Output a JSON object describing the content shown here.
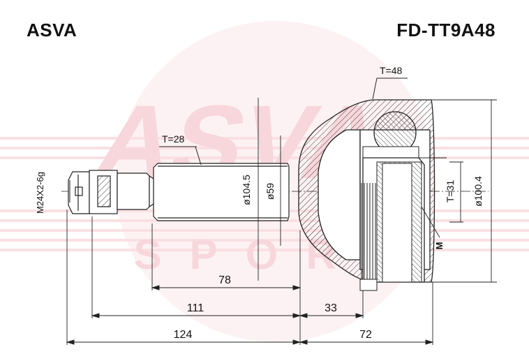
{
  "header": {
    "brand": "ASVA",
    "part_number": "FD-TT9A48"
  },
  "watermark": {
    "text_top": "ASVA",
    "text_bottom": "SPORT",
    "color": "#f4c9cf"
  },
  "drawing": {
    "line_color": "#222222",
    "thread_label": "M24X2-6g",
    "teeth_outer_label": "T=28",
    "teeth_abs_label": "T=48",
    "teeth_inner_label": "T=31",
    "diameter_shaft_label": "ø104.5",
    "diameter_neck_label": "ø59",
    "diameter_outer_label": "ø100.4",
    "m_label": "M",
    "dims": {
      "d78": "78",
      "d111": "111",
      "d33": "33",
      "d124": "124",
      "d72": "72"
    }
  }
}
